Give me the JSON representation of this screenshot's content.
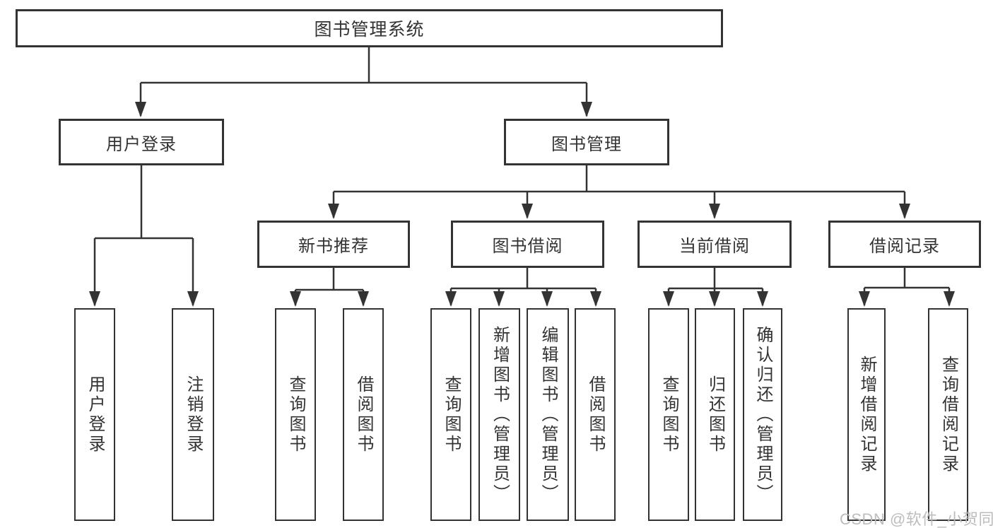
{
  "nodes": {
    "root": {
      "label": "图书管理系统"
    },
    "userLogin": {
      "label": "用户登录"
    },
    "bookMgmt": {
      "label": "图书管理"
    },
    "newBooks": {
      "label": "新书推荐"
    },
    "borrow": {
      "label": "图书借阅"
    },
    "current": {
      "label": "当前借阅"
    },
    "records": {
      "label": "借阅记录"
    }
  },
  "leaves": [
    "用户登录",
    "注销登录",
    "查询图书",
    "借阅图书",
    "查询图书",
    "新增图书（管理员）",
    "编辑图书（管理员）",
    "借阅图书",
    "查询图书",
    "归还图书",
    "确认归还（管理员）",
    "新增借阅记录",
    "查询借阅记录"
  ],
  "watermark": {
    "text": "CSDN @软件_小贺同学"
  },
  "colors": {
    "line": "#333333",
    "text": "#333333",
    "watermark": "#b9b9b9",
    "background": "#ffffff"
  }
}
